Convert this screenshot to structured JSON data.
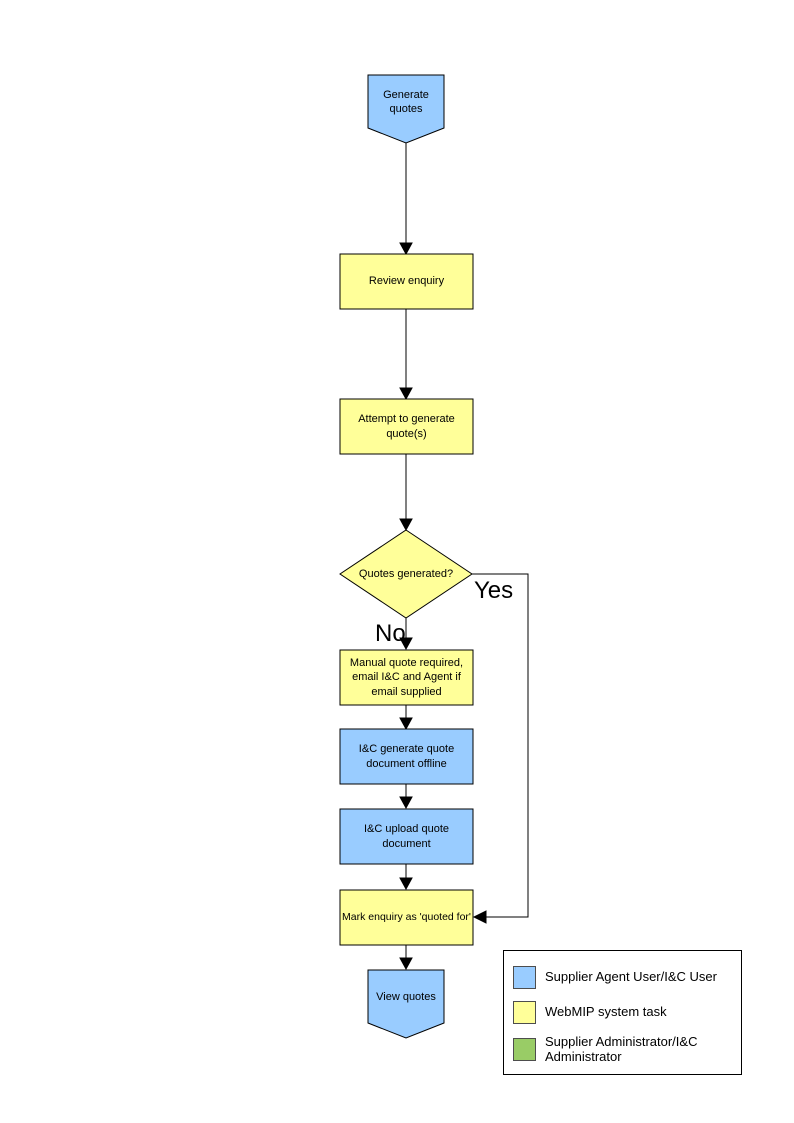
{
  "colors": {
    "agent_user_task": "#99CCFF",
    "system_task": "#FFFF99",
    "admin_task": "#99CC66",
    "connector": "#000000"
  },
  "nodes": {
    "start": "Generate quotes",
    "review": "Review enquiry",
    "attempt": "Attempt to generate quote(s)",
    "decision": "Quotes generated?",
    "manual": "Manual quote required, email I&C and Agent if email supplied",
    "offline": "I&C generate quote document offline",
    "upload": "I&C upload quote document",
    "mark": "Mark enquiry as 'quoted for'",
    "end": "View quotes"
  },
  "branch_labels": {
    "yes": "Yes",
    "no": "No"
  },
  "legend": {
    "items": [
      {
        "label": "Supplier Agent User/I&C User",
        "color": "#99CCFF"
      },
      {
        "label": "WebMIP system task",
        "color": "#FFFF99"
      },
      {
        "label": "Supplier Administrator/I&C Administrator",
        "color": "#99CC66"
      }
    ]
  }
}
